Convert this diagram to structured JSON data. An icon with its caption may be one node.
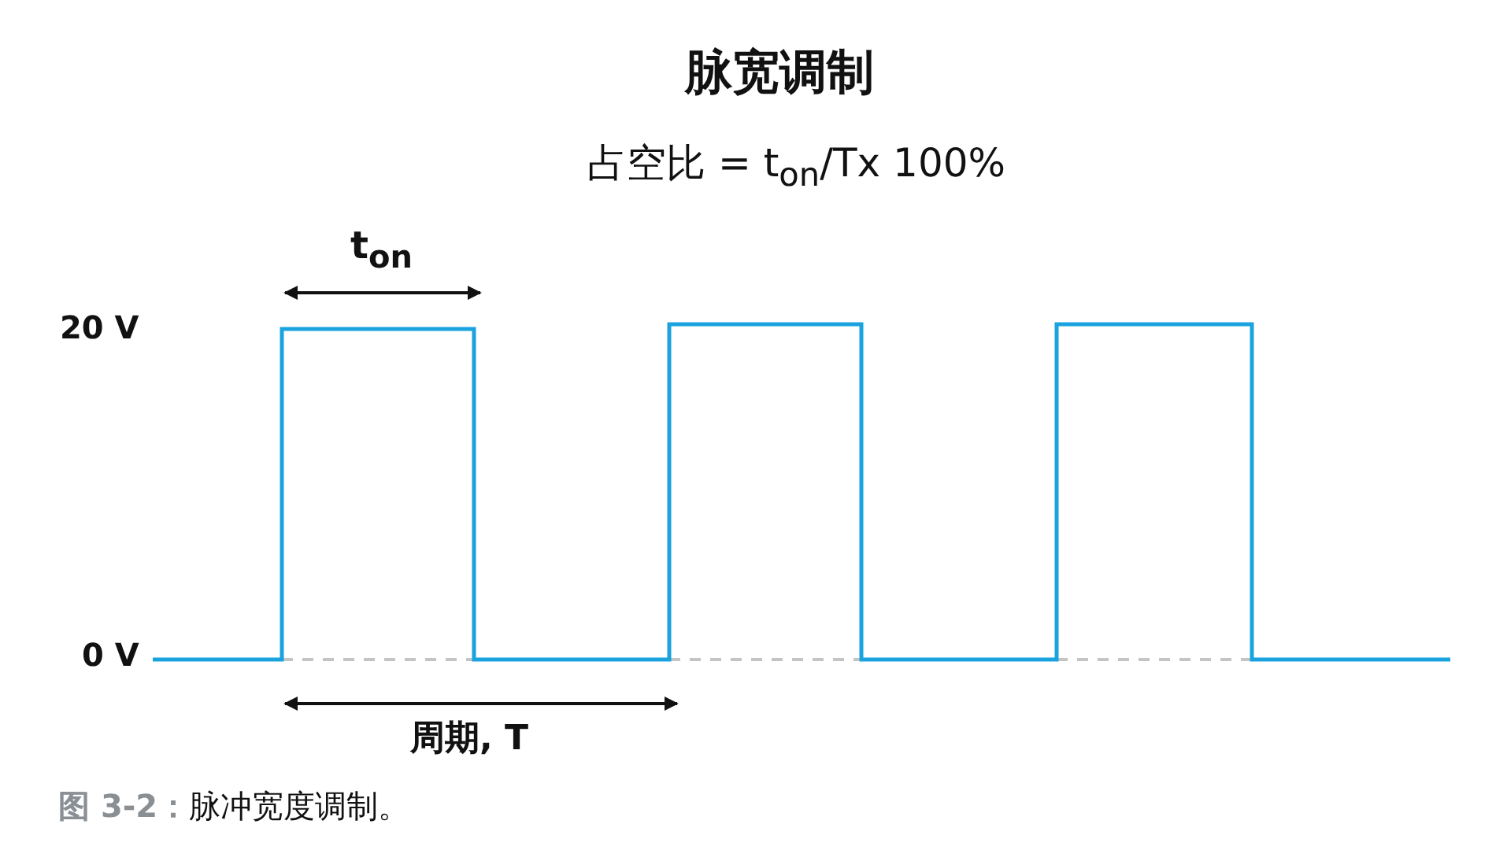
{
  "diagram": {
    "title": "脉宽调制",
    "labels": [
      "占空比 = t$_{on}$/Tx 100%",
      "t$_{on}$",
      "20 V",
      "0 V",
      "周期, T"
    ],
    "caption": "**图 3-2：**脉冲宽度调制。"
  }
}
